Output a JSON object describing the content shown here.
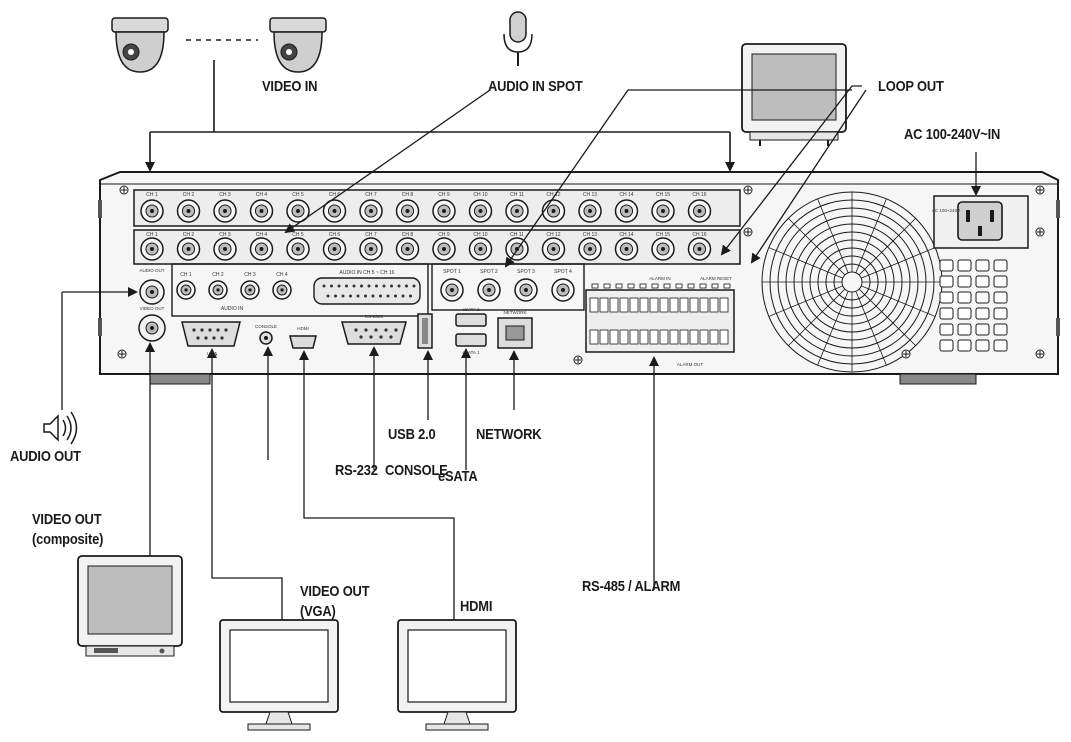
{
  "labels": {
    "video_in": "VIDEO IN",
    "audio_in_spot": "AUDIO IN SPOT",
    "loop_out": "LOOP OUT",
    "ac_in": "AC 100-240V~IN",
    "audio_out": "AUDIO OUT",
    "video_out_composite_1": "VIDEO OUT",
    "video_out_composite_2": "(composite)",
    "usb": "USB 2.0",
    "network": "NETWORK",
    "rs232": "RS-232",
    "console": "CONSOLE",
    "esata": "eSATA",
    "video_out_vga_1": "VIDEO OUT",
    "video_out_vga_2": "(VGA)",
    "hdmi": "HDMI",
    "rs485": "RS-485 / ALARM"
  },
  "panel_text": {
    "video_in_row": [
      "CH 1",
      "CH 2",
      "CH 3",
      "CH 4",
      "CH 5",
      "CH 6",
      "CH 7",
      "CH 8",
      "CH 9",
      "CH 10",
      "CH 11",
      "CH 12",
      "CH 13",
      "CH 14",
      "CH 15",
      "CH 16"
    ],
    "loop_row": [
      "CH 1",
      "CH 2",
      "CH 3",
      "CH 4",
      "CH 5",
      "CH 6",
      "CH 7",
      "CH 8",
      "CH 9",
      "CH 10",
      "CH 11",
      "CH 12",
      "CH 13",
      "CH 14",
      "CH 15",
      "CH 16"
    ],
    "audio_ch": [
      "CH 1",
      "CH 2",
      "CH 3",
      "CH 4"
    ],
    "audio_in": "AUDIO IN",
    "audio_in_5_16": "AUDIO IN CH 5 ~ CH 16",
    "spot": [
      "SPOT 1",
      "SPOT 2",
      "SPOT 3",
      "SPOT 4"
    ],
    "audio_out_port": "AUDIO OUT",
    "video_out_port": "VIDEO OUT",
    "vga": "VGA",
    "console_port": "CONSOLE",
    "hdmi_port": "HDMI",
    "rs232_port": "RS-232C",
    "esata2": "eSATA 2",
    "esata1": "eSATA 1",
    "network_port": "NETWORK",
    "alarm_in": "ALARM IN",
    "alarm_reset": "ALARM RESET",
    "alarm_out": "ALARM OUT",
    "ac_rating": "AC 100~240V"
  },
  "colors": {
    "line": "#1a1a1a",
    "panel_fill": "#f4f4f4",
    "screen_fill": "#bdbdbd"
  }
}
